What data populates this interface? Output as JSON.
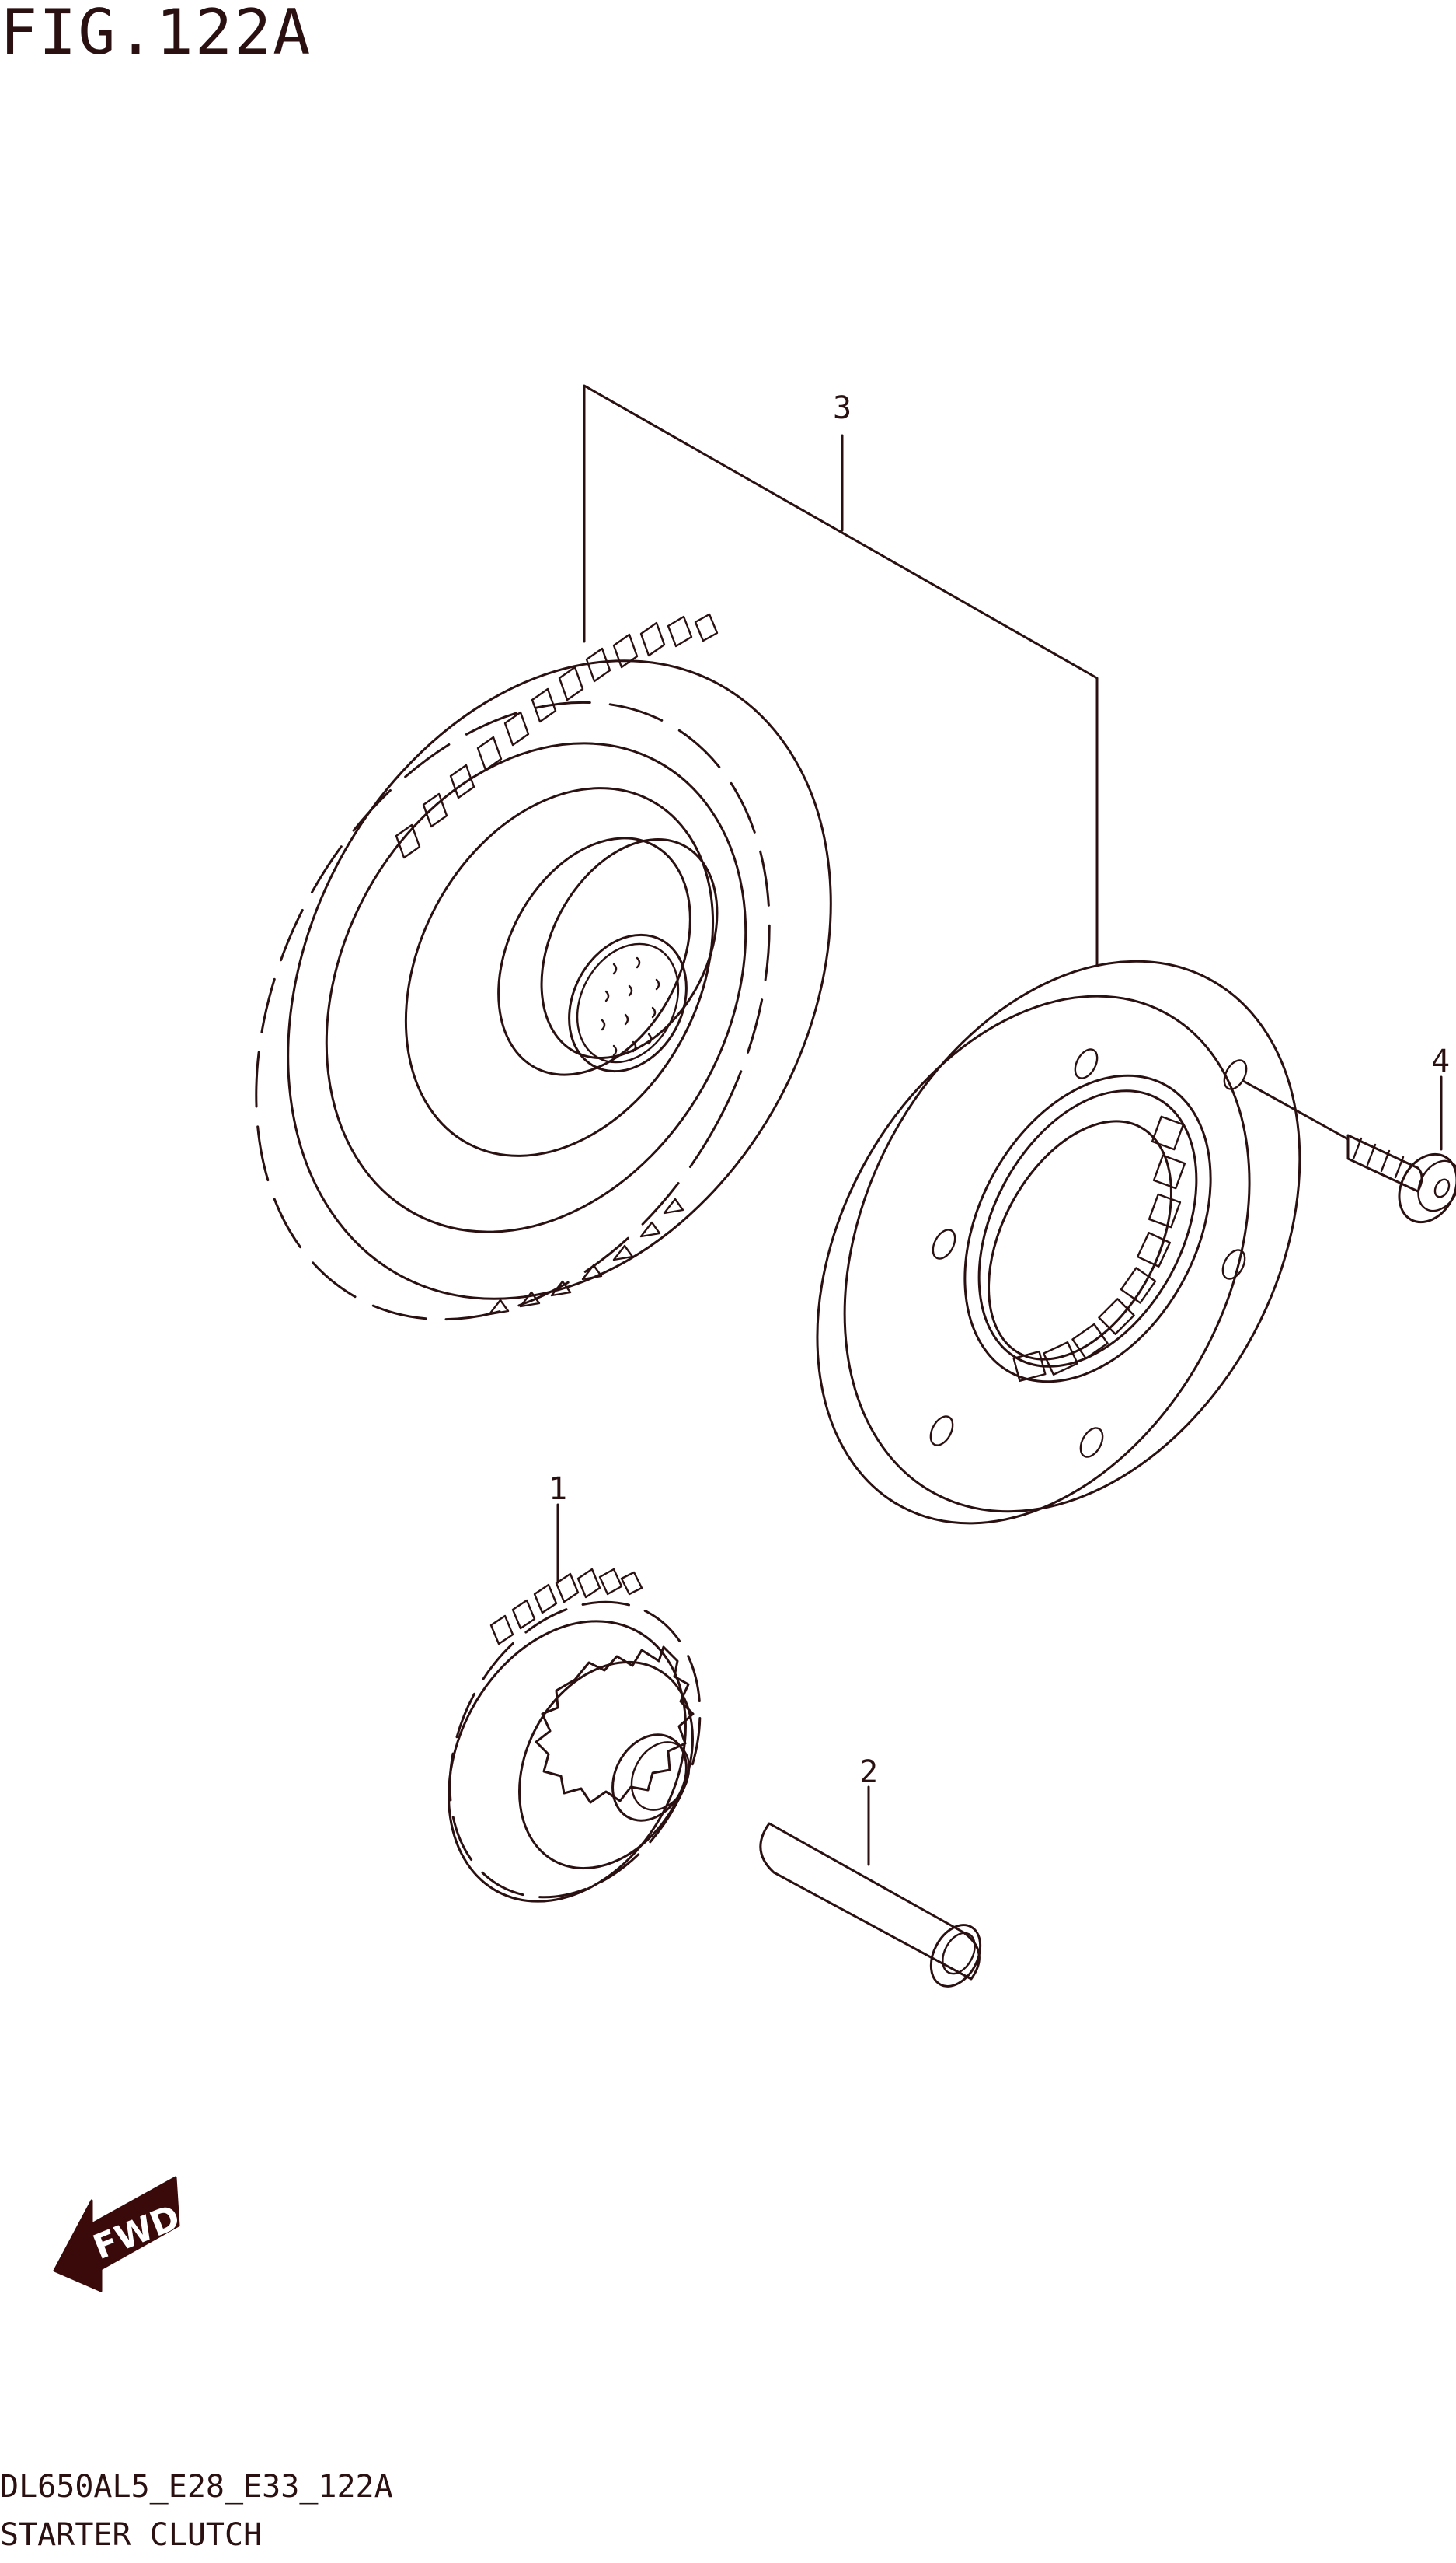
{
  "header": {
    "figure_title": "FIG.122A"
  },
  "callouts": [
    {
      "number": "1"
    },
    {
      "number": "2"
    },
    {
      "number": "3"
    },
    {
      "number": "4"
    }
  ],
  "fwd_badge": {
    "label": "FWD",
    "color": "#3a0a0a"
  },
  "footer": {
    "model_code": "DL650AL5_E28_E33_122A",
    "section_name": "STARTER CLUTCH"
  },
  "colors": {
    "line": "#2a1010",
    "background": "#ffffff"
  }
}
